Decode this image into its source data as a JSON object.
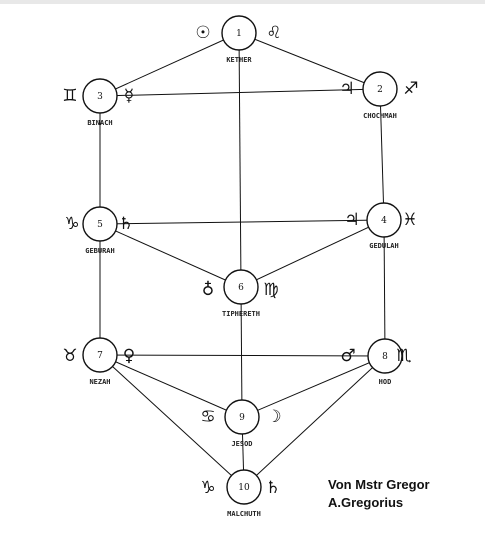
{
  "sephiroth": [
    {
      "id": 1,
      "number": "1",
      "name": "KETHER",
      "symbols": [
        "☉",
        "♌"
      ]
    },
    {
      "id": 2,
      "number": "2",
      "name": "CHOCHMAH",
      "symbols": [
        "♃",
        "♐"
      ]
    },
    {
      "id": 3,
      "number": "3",
      "name": "BINACH",
      "symbols": [
        "♊",
        "☿"
      ]
    },
    {
      "id": 4,
      "number": "4",
      "name": "GEDULAH",
      "symbols": [
        "♃",
        "♓"
      ]
    },
    {
      "id": 5,
      "number": "5",
      "name": "GEBURAH",
      "symbols": [
        "♑",
        "♄"
      ]
    },
    {
      "id": 6,
      "number": "6",
      "name": "TIPHERETH",
      "symbols": [
        "♁",
        "♍"
      ]
    },
    {
      "id": 7,
      "number": "7",
      "name": "NEZAH",
      "symbols": [
        "♉",
        "♀"
      ]
    },
    {
      "id": 8,
      "number": "8",
      "name": "HOD",
      "symbols": [
        "♂",
        "♏"
      ]
    },
    {
      "id": 9,
      "number": "9",
      "name": "JESOD",
      "symbols": [
        "♋",
        "☽"
      ]
    },
    {
      "id": 10,
      "number": "10",
      "name": "MALCHUTH",
      "symbols": [
        "♑",
        "♄"
      ]
    }
  ],
  "paths": [
    [
      1,
      2
    ],
    [
      1,
      3
    ],
    [
      1,
      6
    ],
    [
      2,
      3
    ],
    [
      2,
      4
    ],
    [
      3,
      5
    ],
    [
      4,
      5
    ],
    [
      4,
      6
    ],
    [
      5,
      6
    ],
    [
      5,
      7
    ],
    [
      6,
      9
    ],
    [
      4,
      8
    ],
    [
      7,
      8
    ],
    [
      7,
      9
    ],
    [
      8,
      9
    ],
    [
      7,
      10
    ],
    [
      8,
      10
    ],
    [
      9,
      10
    ]
  ],
  "credit": {
    "line1": "Von Mstr Gregor",
    "line2": "A.Gregorius"
  },
  "colors": {
    "ink": "#111111",
    "background": "#ffffff"
  }
}
